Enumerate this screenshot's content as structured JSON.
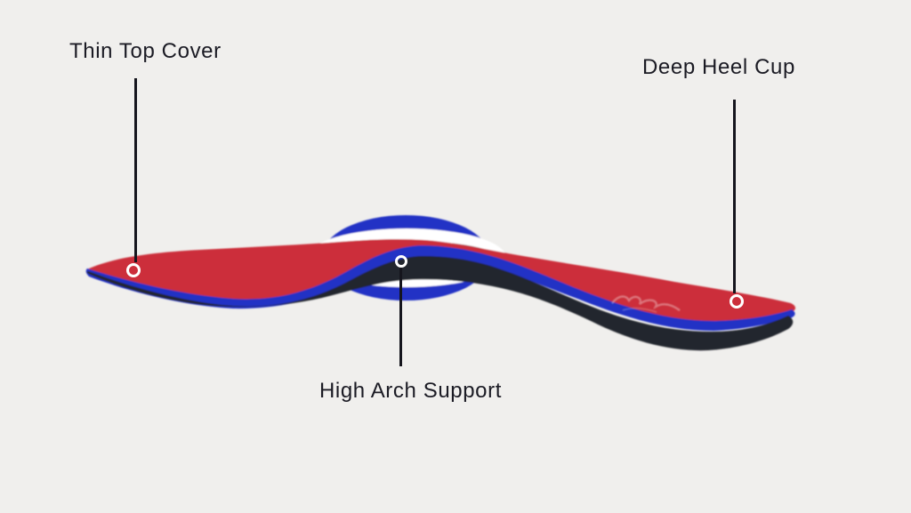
{
  "figure": {
    "description": "Side view of an orthotic insole with labeled features"
  },
  "annotations": [
    {
      "label": "Thin Top Cover"
    },
    {
      "label": "Deep Heel Cup"
    },
    {
      "label": "High Arch Support"
    }
  ],
  "colors": {
    "background": "#f0efed",
    "text": "#1b1b24",
    "line": "#15151d",
    "marker_ring": "#ffffff",
    "insole_top_red": "#cc2f3b",
    "insole_mid_blue": "#2233c5",
    "insole_base_dark": "#22252d",
    "arch_pad_white": "#ffffff",
    "arch_shadow_maroon": "#7a1f2b"
  }
}
